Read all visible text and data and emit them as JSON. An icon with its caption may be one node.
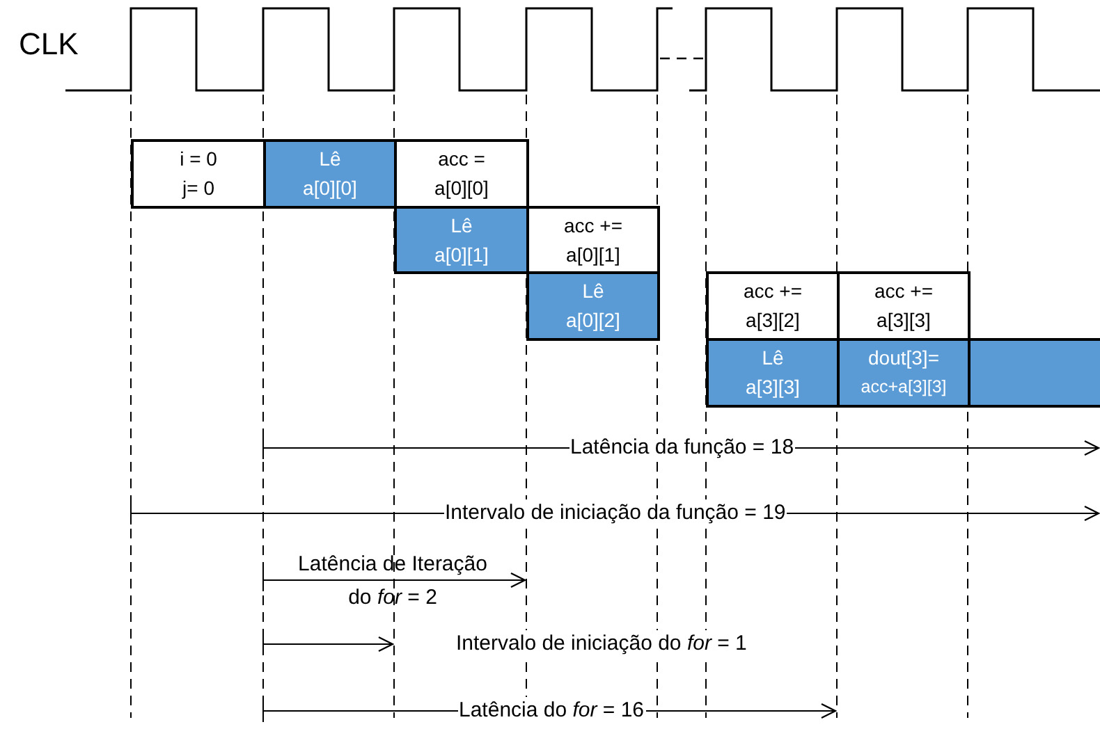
{
  "diagram": {
    "nodes": [
      {
        "text": [
          "i = 0",
          "j= 0"
        ]
      },
      {
        "text": [
          "Lê",
          "a[0][0]"
        ]
      },
      {
        "text": [
          "acc =",
          "a[0][0]"
        ]
      },
      {
        "text": [
          "Lê",
          "a[0][1]"
        ]
      },
      {
        "text": [
          "acc +=",
          "a[0][1]"
        ]
      },
      {
        "text": [
          "Lê",
          "a[0][2]"
        ]
      },
      {
        "text": [
          "acc +=",
          "a[3][2]"
        ]
      },
      {
        "text": [
          "acc +=",
          "a[3][3]"
        ]
      },
      {
        "text": [
          "Lê",
          "a[3][3]"
        ]
      },
      {
        "text": [
          "dout[3]=",
          "acc+a[3][3]"
        ]
      },
      {
        "text": [],
        "shape": "bar"
      }
    ],
    "edges": [],
    "labels": [
      "CLK",
      "Latência da função = 18",
      "Intervalo de iniciação da função = 19",
      "Latência de Iteração do *for* = 2",
      "Intervalo de iniciação do *for* = 1",
      "Latência do *for* = 16"
    ]
  }
}
